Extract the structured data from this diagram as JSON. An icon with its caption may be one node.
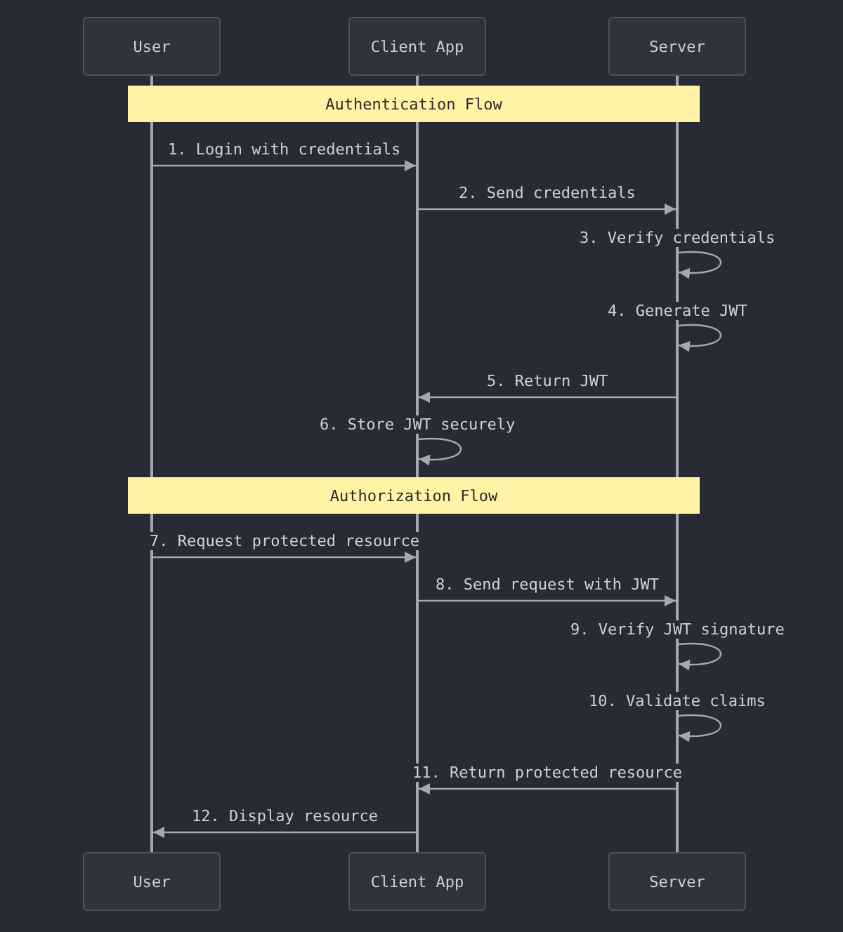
{
  "diagram": {
    "nodes": [
      {
        "text": [
          "User"
        ]
      },
      {
        "text": [
          "Client App"
        ]
      },
      {
        "text": [
          "Server"
        ]
      },
      {
        "text": [],
        "shape": "bar"
      },
      {
        "text": [],
        "shape": "bar"
      },
      {
        "text": [],
        "shape": "bar"
      },
      {
        "text": [
          "Authentication Flow"
        ]
      },
      {
        "text": [
          "Authorization Flow"
        ]
      },
      {
        "text": [
          "User"
        ]
      },
      {
        "text": [
          "Client App"
        ]
      },
      {
        "text": [
          "Server"
        ]
      }
    ],
    "edges": [
      {
        "from": 3,
        "to": 4,
        "arrow": "to",
        "label": "1. Login with credentials"
      },
      {
        "from": 4,
        "to": 5,
        "arrow": "to",
        "label": "2. Send credentials"
      },
      {
        "from": 5,
        "to": 5,
        "arrow": "to",
        "label": "3. Verify credentials"
      },
      {
        "from": 5,
        "to": 5,
        "arrow": "to",
        "label": "4. Generate JWT"
      },
      {
        "from": 5,
        "to": 4,
        "arrow": "to",
        "label": "5. Return JWT"
      },
      {
        "from": 4,
        "to": 4,
        "arrow": "to",
        "label": "6. Store JWT securely"
      },
      {
        "from": 3,
        "to": 4,
        "arrow": "to",
        "label": "7. Request protected resource"
      },
      {
        "from": 4,
        "to": 5,
        "arrow": "to",
        "label": "8. Send request with JWT"
      },
      {
        "from": 5,
        "to": 5,
        "arrow": "to",
        "label": "9. Verify JWT signature"
      },
      {
        "from": 5,
        "to": 5,
        "arrow": "to",
        "label": "10. Validate claims"
      },
      {
        "from": 5,
        "to": 4,
        "arrow": "to",
        "label": "11. Return protected resource"
      },
      {
        "from": 4,
        "to": 3,
        "arrow": "to",
        "label": "12. Display resource"
      }
    ]
  }
}
